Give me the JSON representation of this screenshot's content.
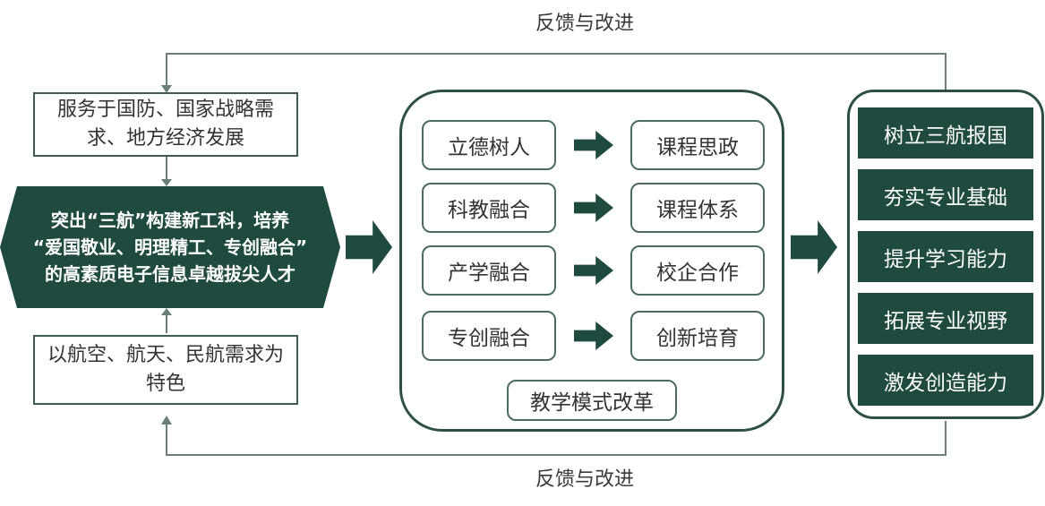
{
  "feedback_top": "反馈与改进",
  "feedback_bottom": "反馈与改进",
  "left_top_box": "服务于国防、国家战略需求、地方经济发展",
  "hexagon": {
    "line1": "突出“三航”构建新工科，培养",
    "line2": "“爱国敬业、明理精工、专创融合”",
    "line3": "的高素质电子信息卓越拔尖人才"
  },
  "left_bottom_box": "以航空、航天、民航需求为特色",
  "center": {
    "rows": [
      {
        "left": "立德树人",
        "right": "课程思政"
      },
      {
        "left": "科教融合",
        "right": "课程体系"
      },
      {
        "left": "产学融合",
        "right": "校企合作"
      },
      {
        "left": "专创融合",
        "right": "创新培育"
      }
    ],
    "footer": "教学模式改革"
  },
  "right_items": [
    "树立三航报国",
    "夯实专业基础",
    "提升学习能力",
    "拓展专业视野",
    "激发创造能力"
  ]
}
